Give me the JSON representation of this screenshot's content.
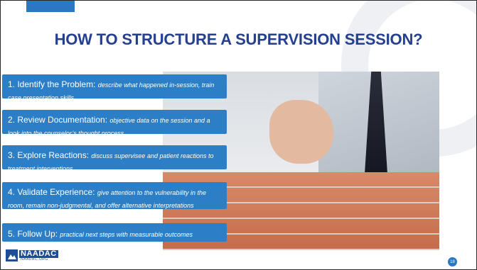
{
  "slide": {
    "title": "HOW TO STRUCTURE A SUPERVISION SESSION?",
    "steps": [
      {
        "label": "1. Identify the Problem: ",
        "desc": "describe what happened in-session, train case presentation skills"
      },
      {
        "label": "2. Review Documentation: ",
        "desc": "objective data on the session and a look into the counselor’s thought process"
      },
      {
        "label": "3. Explore Reactions: ",
        "desc": "discuss supervisee and patient reactions to treatment interventions"
      },
      {
        "label": "4. Validate Experience: ",
        "desc": "give attention to the vulnerability in the room, remain non-judgmental, and offer alternative interpretations"
      },
      {
        "label": "5. Follow Up: ",
        "desc": "practical next steps with measurable outcomes"
      }
    ],
    "page_number": "18"
  },
  "logo": {
    "name": "NAADAC",
    "url": "NAADAC.ORG"
  },
  "colors": {
    "title": "#25408f",
    "accent": "#2b78c2",
    "step_fill": "#2c7fc7"
  }
}
